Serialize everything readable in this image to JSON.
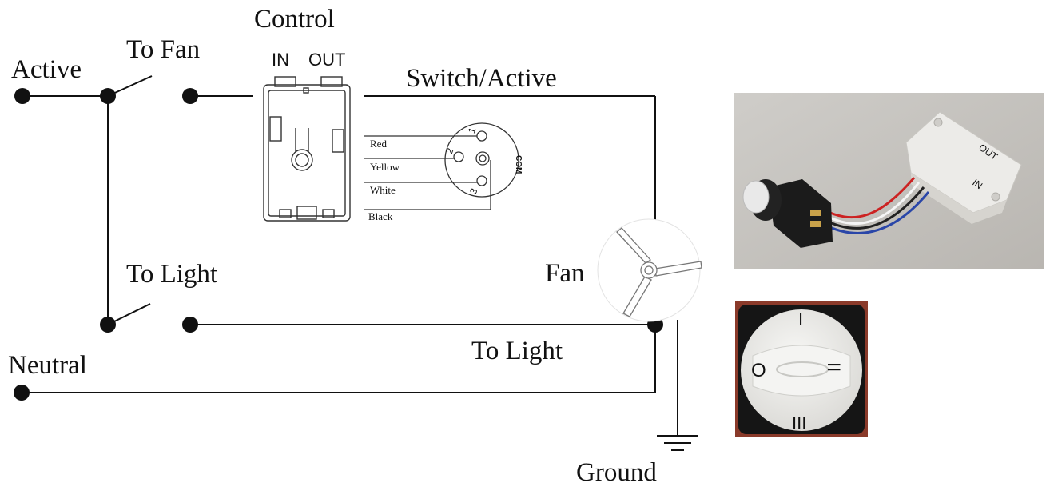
{
  "labels": {
    "active": "Active",
    "to_fan": "To Fan",
    "control": "Control",
    "in": "IN",
    "out": "OUT",
    "switch_active": "Switch/Active",
    "to_light_top": "To Light",
    "fan": "Fan",
    "to_light_bottom": "To Light",
    "neutral": "Neutral",
    "ground": "Ground"
  },
  "wires": {
    "red": "Red",
    "yellow": "Yellow",
    "white": "White",
    "black": "Black"
  },
  "pins": {
    "p1": "1",
    "p2": "2",
    "p3": "3",
    "com": "COM"
  },
  "photo_switch": {
    "out": "OUT",
    "in": "IN"
  },
  "photo_knob": {
    "top": "I",
    "left": "O",
    "right": "II",
    "bottom": "III"
  }
}
